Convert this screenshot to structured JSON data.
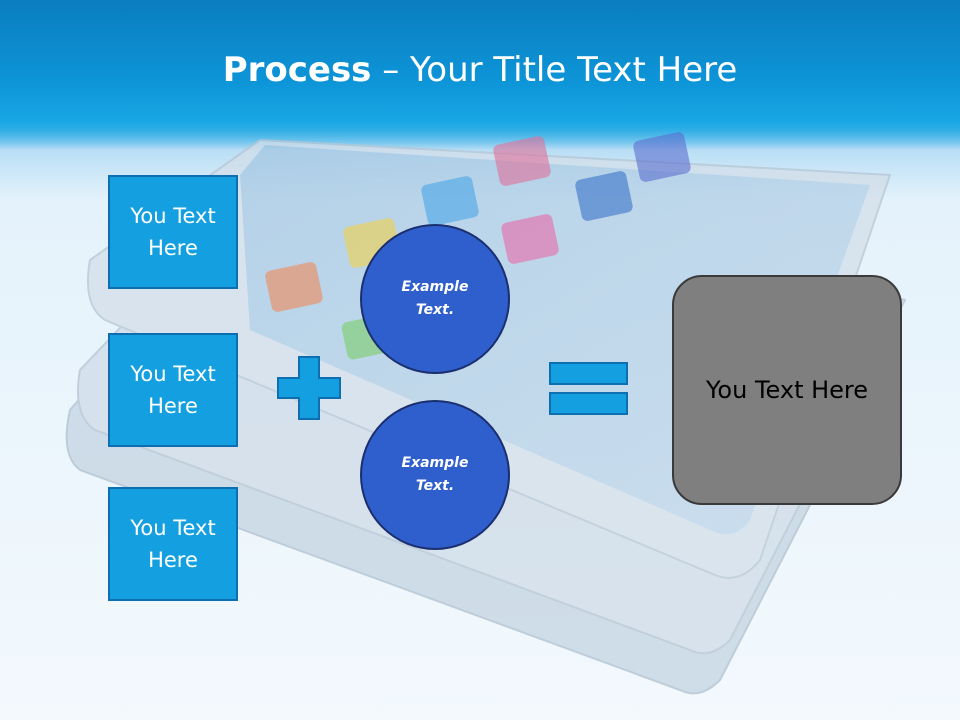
{
  "title": {
    "bold": "Process",
    "rest": " – Your Title Text Here"
  },
  "left_boxes": [
    "You Text Here",
    "You Text Here",
    "You Text Here"
  ],
  "circles": [
    "Example Text.",
    "Example Text."
  ],
  "result": "You Text Here",
  "colors": {
    "accent": "#14a0e0",
    "circle": "#2f5fcc",
    "result": "#7f7f7f",
    "header": "#0d95d8"
  }
}
